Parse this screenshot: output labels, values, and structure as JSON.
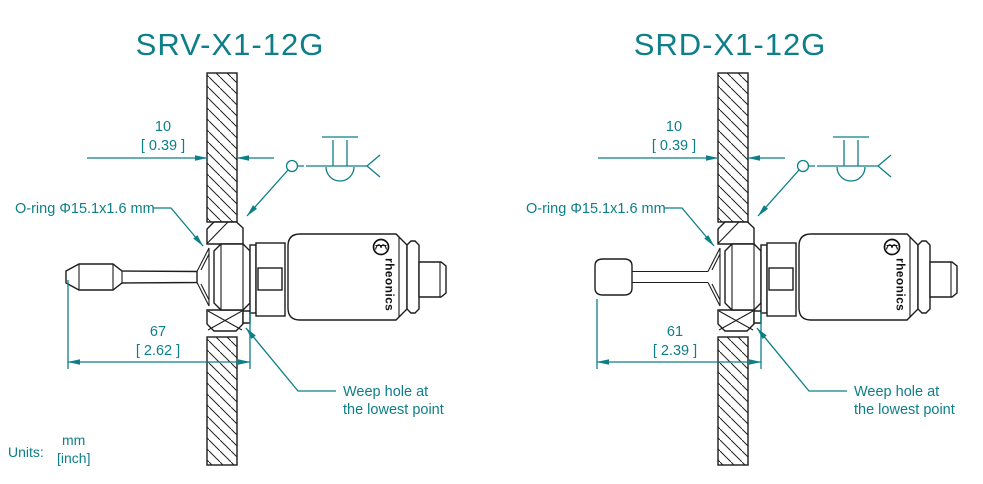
{
  "colors": {
    "accent": "#0D7F88",
    "line": "#1d1d1d",
    "background": "#ffffff"
  },
  "logo": {
    "brand": "rheonics"
  },
  "units": {
    "label": "Units:",
    "mm": "mm",
    "inch": "[inch]"
  },
  "drawings": [
    {
      "id": "SRV",
      "title": "SRV-X1-12G",
      "wall_thickness": {
        "mm": "10",
        "inch": "[ 0.39 ]"
      },
      "insertion_length": {
        "mm": "67",
        "inch": "[ 2.62 ]"
      },
      "oring_label": "O-ring Φ15.1x1.6 mm",
      "weep_label_line1": "Weep hole at",
      "weep_label_line2": "the lowest point"
    },
    {
      "id": "SRD",
      "title": "SRD-X1-12G",
      "wall_thickness": {
        "mm": "10",
        "inch": "[ 0.39 ]"
      },
      "insertion_length": {
        "mm": "61",
        "inch": "[ 2.39 ]"
      },
      "oring_label": "O-ring Φ15.1x1.6 mm",
      "weep_label_line1": "Weep hole at",
      "weep_label_line2": "the lowest point"
    }
  ]
}
